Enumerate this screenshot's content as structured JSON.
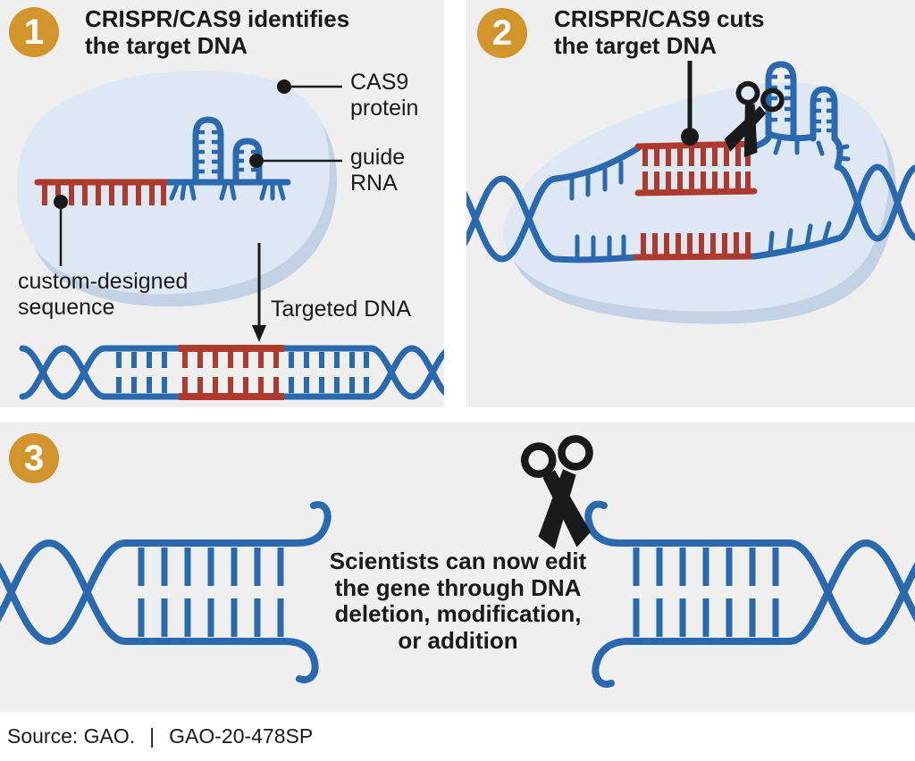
{
  "panel1": {
    "number": "1",
    "title_lines": [
      "CRISPR/CAS9 identifies",
      "the target DNA"
    ],
    "callouts": {
      "cas9_protein": "CAS9 protein",
      "guide_rna": "guide RNA",
      "custom_sequence": "custom-designed sequence",
      "targeted_dna": "Targeted DNA"
    }
  },
  "panel2": {
    "number": "2",
    "title_lines": [
      "CRISPR/CAS9 cuts",
      "the target DNA"
    ]
  },
  "panel3": {
    "number": "3",
    "caption_lines": [
      "Scientists can now edit",
      "the gene through DNA",
      "deletion, modification,",
      "or addition"
    ]
  },
  "footer": {
    "source": "Source: GAO.",
    "divider": "|",
    "report_id": "GAO-20-478SP"
  },
  "colors": {
    "accent_orange": "#D2942D",
    "dna_blue": "#2A69AE",
    "target_red": "#AE3A2E",
    "protein_fill": "#DEE7F4",
    "protein_shadow": "#C3D1E5",
    "panel_bg": "#EFEFEF",
    "ink": "#1A1A1A"
  },
  "icons": {
    "scissors": "scissors-icon",
    "step_badge": "numbered-circle"
  }
}
